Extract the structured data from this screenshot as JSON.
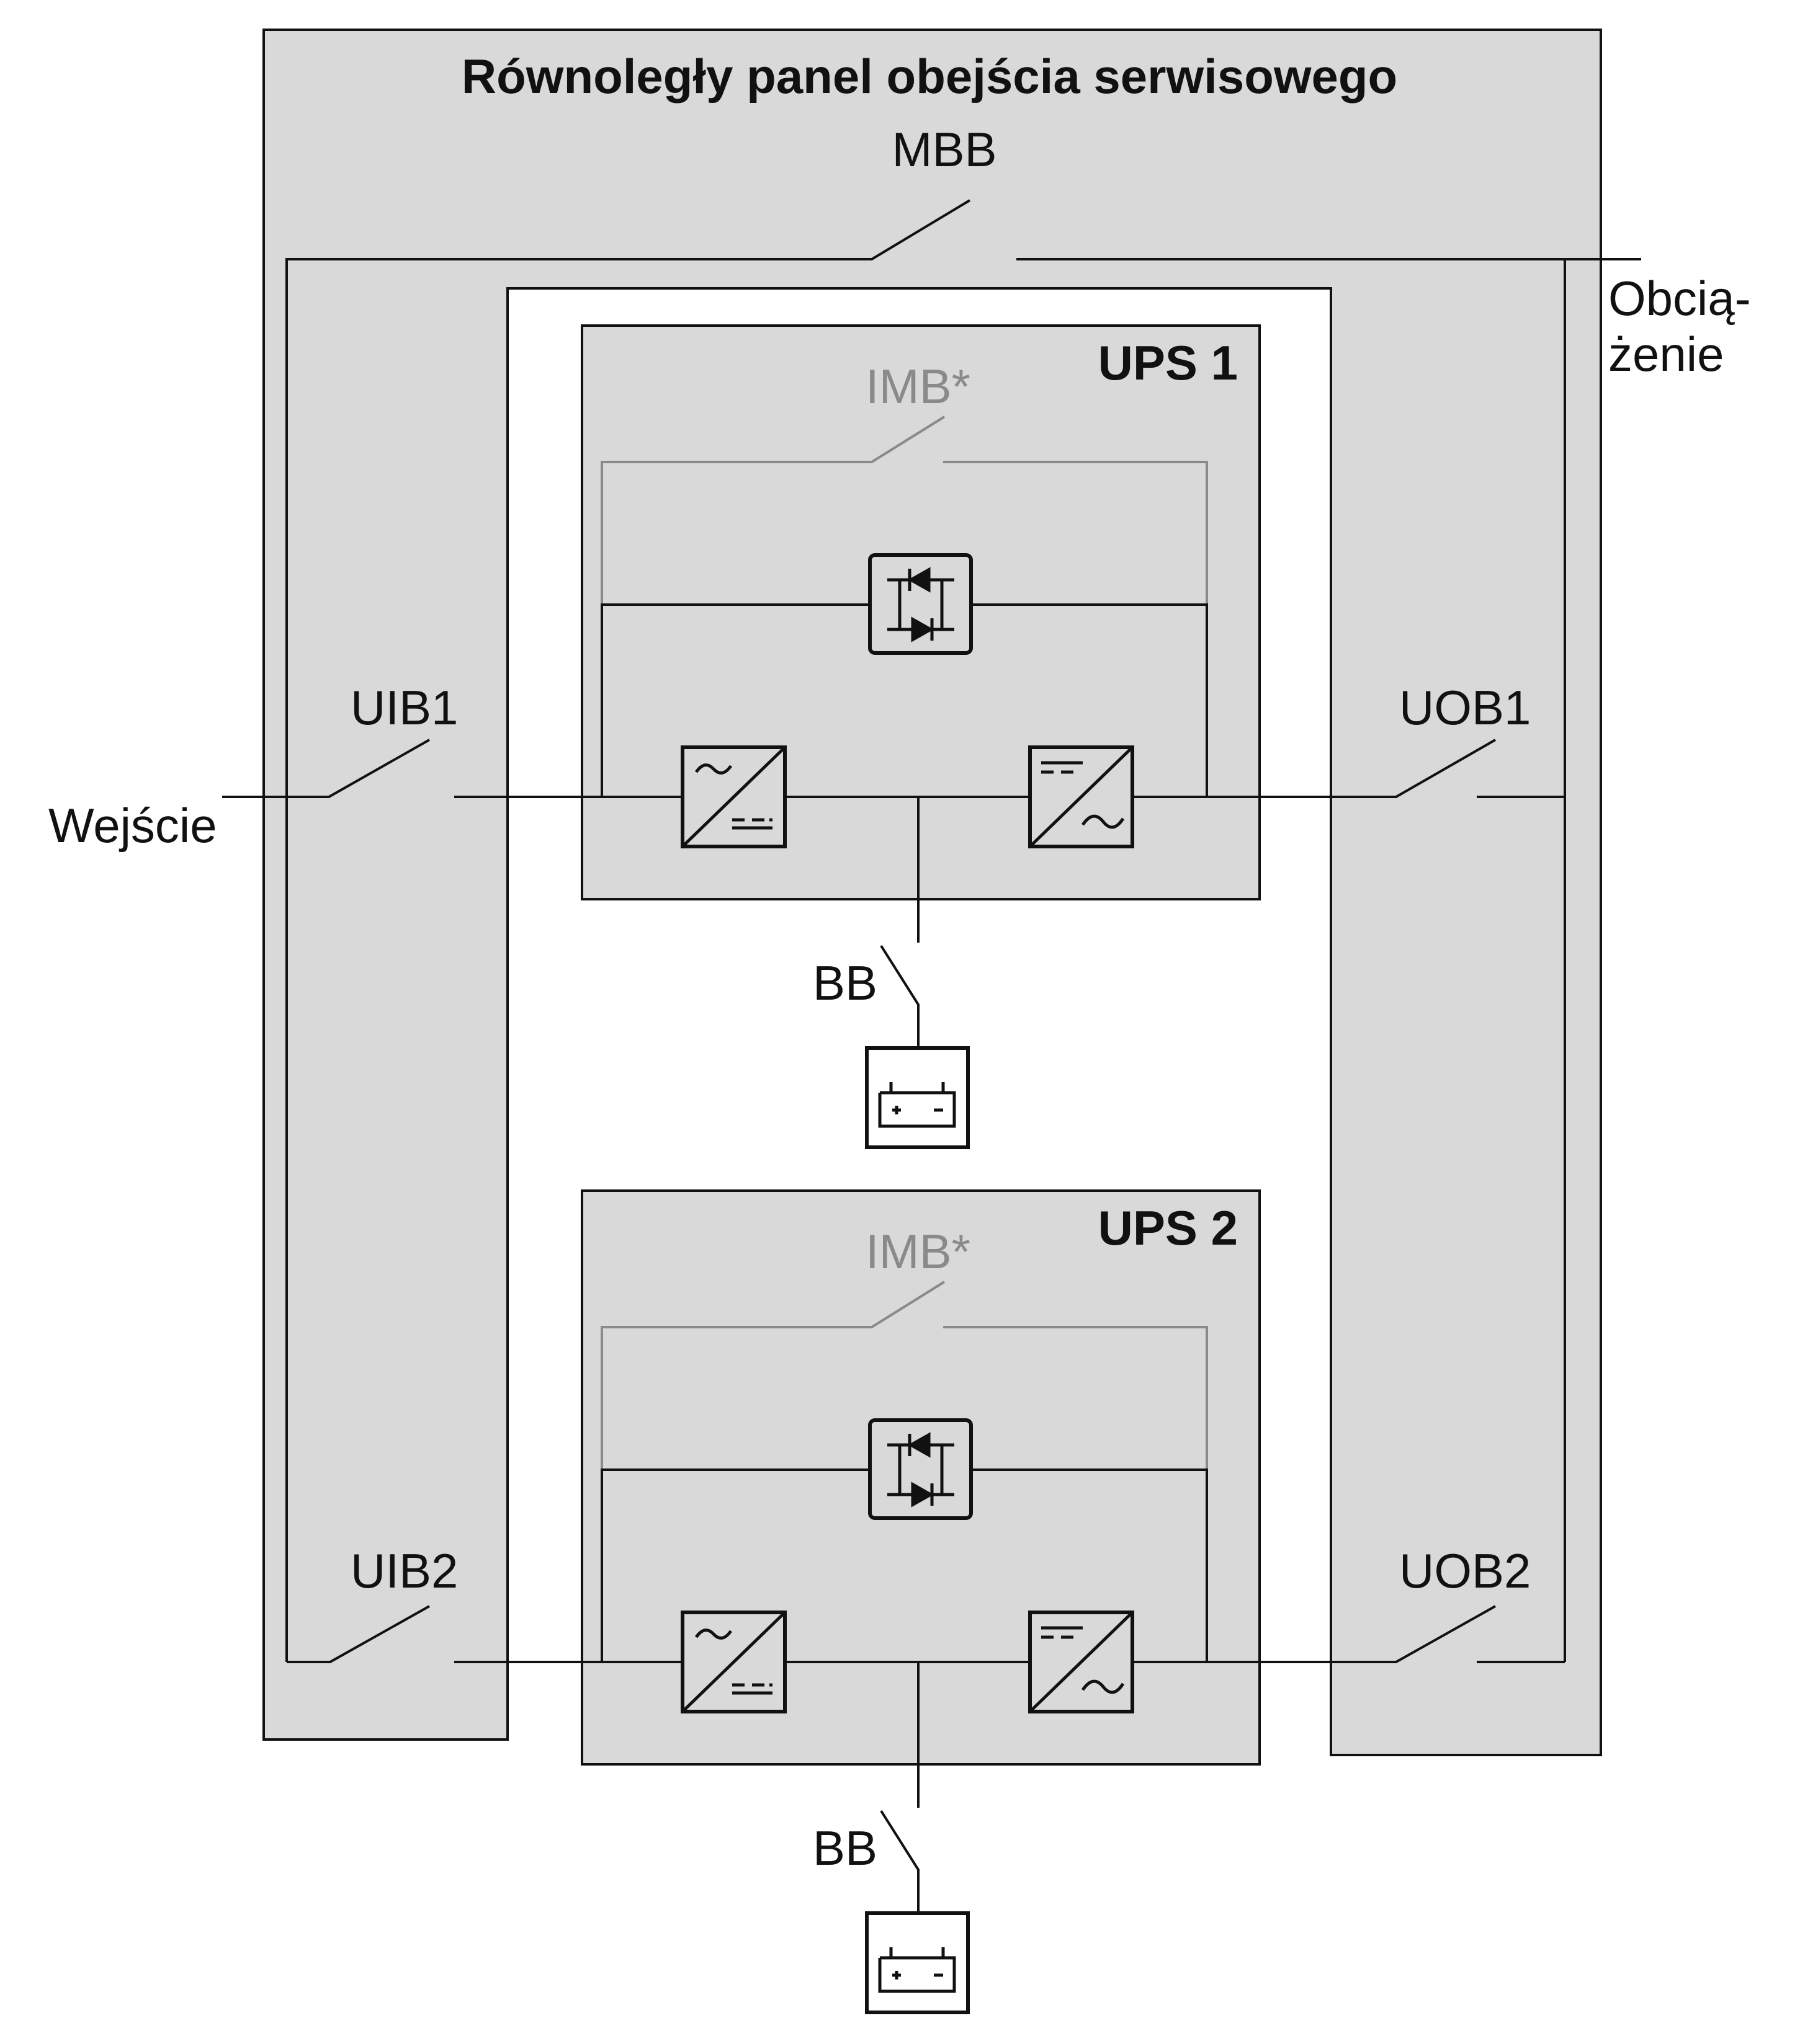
{
  "title": "Równoległy panel obejścia serwisowego",
  "labels": {
    "mbb": "MBB",
    "load_line1": "Obcią-",
    "load_line2": "żenie",
    "input": "Wejście",
    "uib1": "UIB1",
    "uob1": "UOB1",
    "uib2": "UIB2",
    "uob2": "UOB2"
  },
  "ups_units": [
    {
      "name": "UPS 1",
      "imb": "IMB*",
      "bb": "BB"
    },
    {
      "name": "UPS 2",
      "imb": "IMB*",
      "bb": "BB"
    }
  ],
  "colors": {
    "panel": "#d9d9d9",
    "line": "#111111",
    "imb_line": "#8a8a8a"
  },
  "icons": [
    "rectifier-icon",
    "inverter-icon",
    "static-switch-icon",
    "battery-icon"
  ]
}
